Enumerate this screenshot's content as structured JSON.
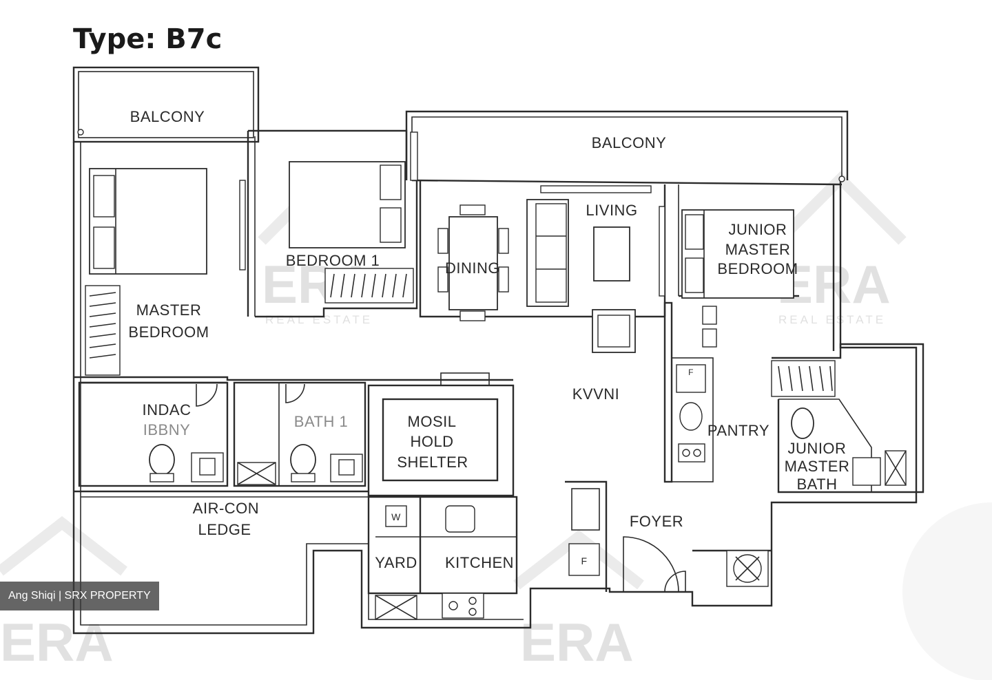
{
  "plan": {
    "title": "Type: B7c",
    "rooms": {
      "balcony_left": "BALCONY",
      "balcony_right": "BALCONY",
      "bedroom1": "BEDROOM 1",
      "dining": "DINING",
      "living": "LIVING",
      "junior_master_bedroom": [
        "JUNIOR",
        "MASTER",
        "BEDROOM"
      ],
      "master_bedroom": [
        "MASTER",
        "BEDROOM"
      ],
      "master_bath": [
        "INDAC",
        "IBBNY"
      ],
      "bath1": "BATH 1",
      "household_shelter": [
        "MOSIL",
        "HOLD",
        "SHELTER"
      ],
      "corridor": "KVVNI",
      "pantry": "PANTRY",
      "junior_master_bath": [
        "JUNIOR",
        "MASTER",
        "BATH"
      ],
      "aircon_ledge": [
        "AIR-CON",
        "LEDGE"
      ],
      "yard": "YARD",
      "kitchen": "KITCHEN",
      "foyer": "FOYER"
    },
    "appliances": {
      "washer": "W",
      "fridge_kitchen": "F",
      "fridge_pantry": "F"
    }
  },
  "watermark": {
    "brand": "ERA",
    "sub": "REAL ESTATE"
  },
  "credit": "Ang Shiqi | SRX PROPERTY"
}
